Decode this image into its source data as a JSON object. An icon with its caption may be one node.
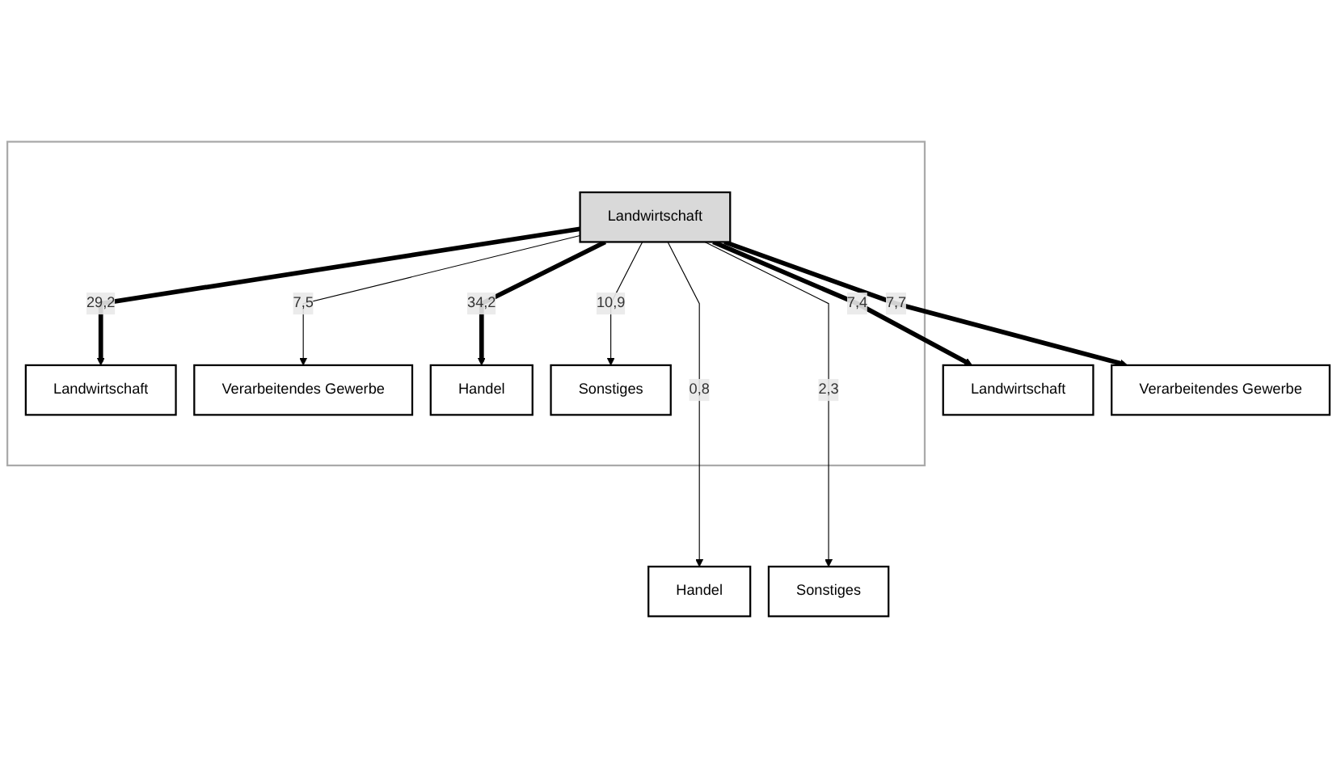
{
  "diagram": {
    "nodes": [
      {
        "text": [
          "Landwirtschaft"
        ]
      },
      {
        "text": [
          "Verarbeitendes Gewerbe"
        ]
      },
      {
        "text": [
          "Handel"
        ]
      },
      {
        "text": [
          "Sonstiges"
        ]
      },
      {
        "text": [],
        "shape": "box"
      },
      {
        "text": [
          "Landwirtschaft"
        ],
        "in": 4
      },
      {
        "text": [
          "Verarbeitendes Gewerbe"
        ],
        "in": 4
      },
      {
        "text": [
          "Landwirtschaft"
        ],
        "in": 4
      },
      {
        "text": [
          "Handel"
        ],
        "in": 4
      },
      {
        "text": [
          "Sonstiges"
        ],
        "in": 4
      }
    ],
    "edges": [
      {
        "from": 7,
        "to": 0,
        "arrow": "to",
        "label": "7,4",
        "style": "thick"
      },
      {
        "from": 7,
        "to": 1,
        "arrow": "to",
        "label": "7,7",
        "style": "thick"
      },
      {
        "from": 7,
        "to": 2,
        "arrow": "to",
        "label": "0,8"
      },
      {
        "from": 7,
        "to": 3,
        "arrow": "to",
        "label": "2,3"
      },
      {
        "from": 7,
        "to": 5,
        "arrow": "to",
        "label": "29,2",
        "style": "thick"
      },
      {
        "from": 7,
        "to": 6,
        "arrow": "to",
        "label": "7,5"
      },
      {
        "from": 7,
        "to": 8,
        "arrow": "to",
        "label": "34,2",
        "style": "thick"
      },
      {
        "from": 7,
        "to": 9,
        "arrow": "to",
        "label": "10,9"
      }
    ]
  }
}
